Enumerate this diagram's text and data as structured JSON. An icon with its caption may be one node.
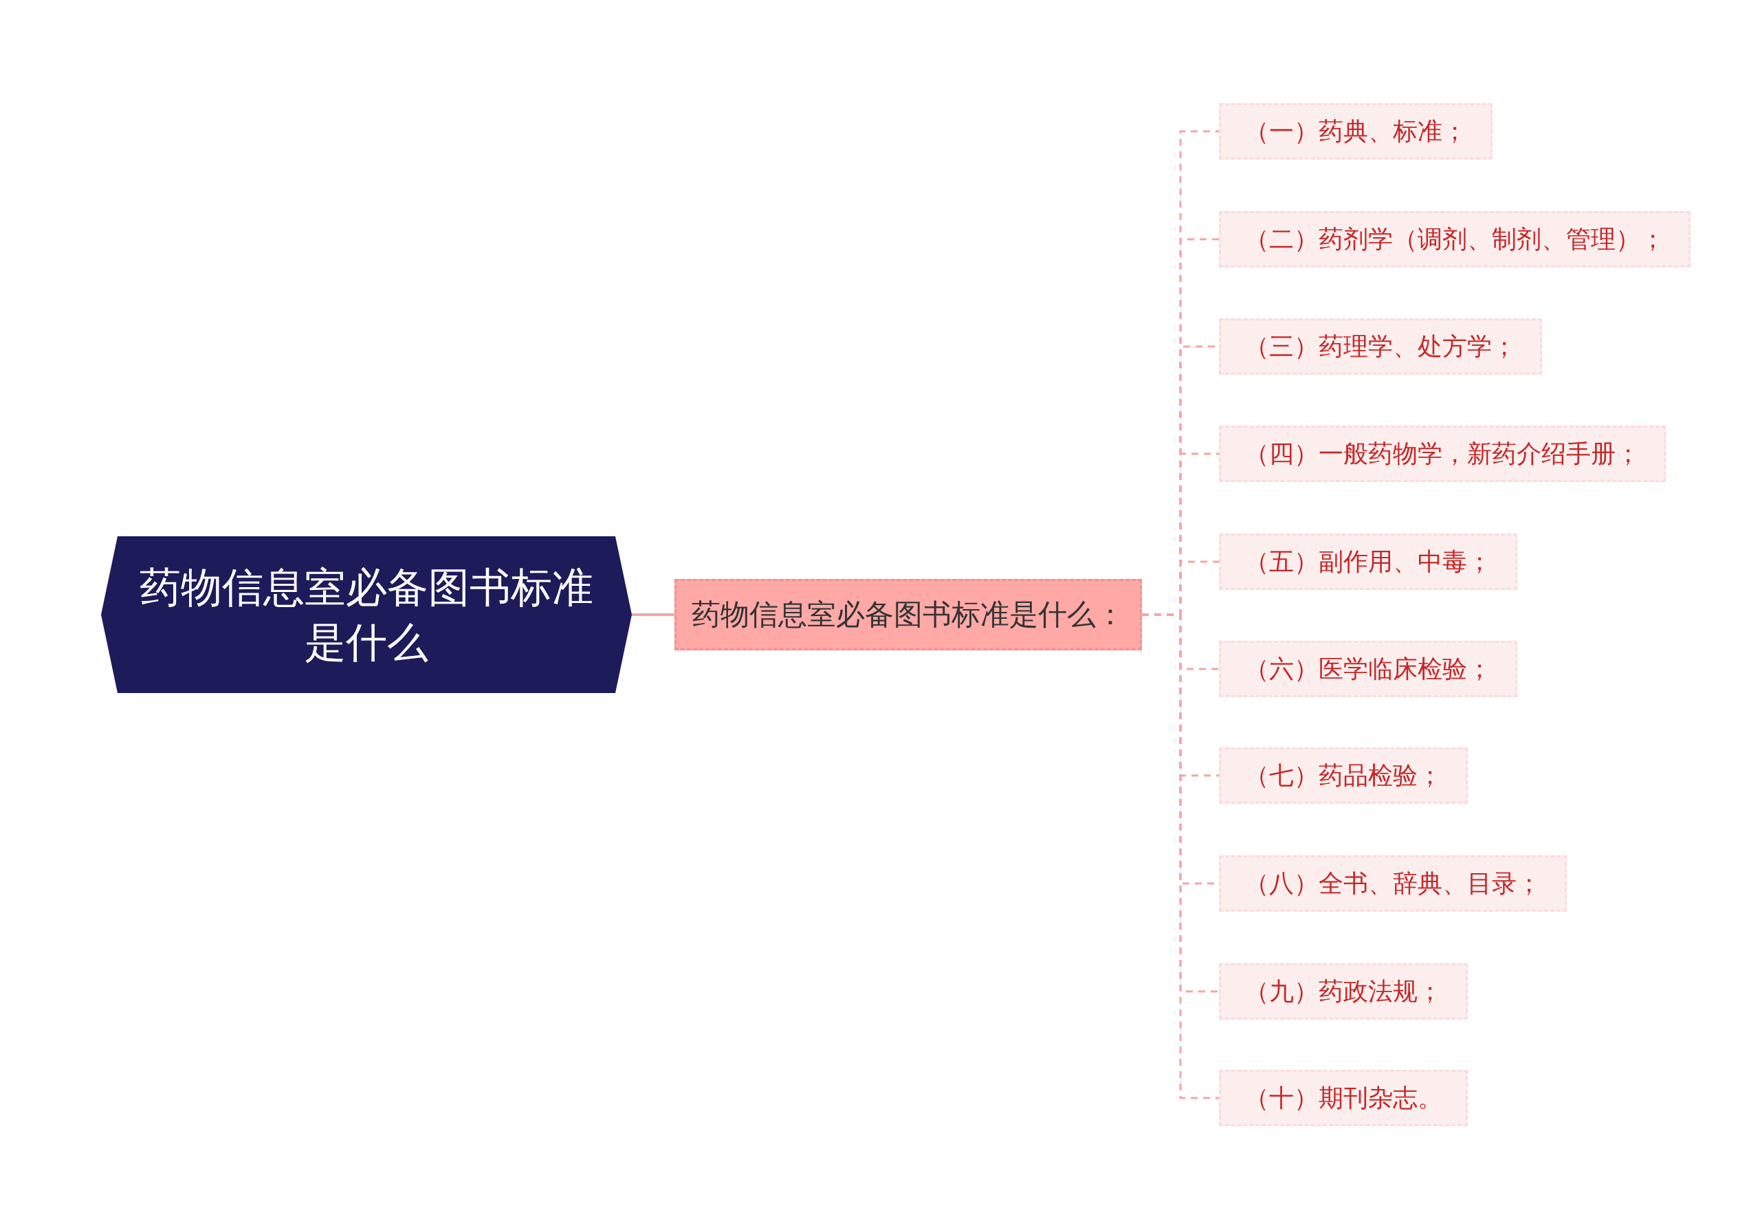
{
  "diagram": {
    "nodes": [
      {
        "text": [
          "药物信息室必备图书标准是什么"
        ]
      },
      {
        "text": [
          "药物信息室必备图书标准是什么："
        ]
      },
      {
        "text": [
          "（一）药典、标准；"
        ]
      },
      {
        "text": [
          "（二）药剂学（调剂、制剂、管理）；"
        ]
      },
      {
        "text": [
          "（三）药理学、处方学；"
        ]
      },
      {
        "text": [
          "（四）一般药物学，新药介绍手册；"
        ]
      },
      {
        "text": [
          "（五）副作用、中毒；"
        ]
      },
      {
        "text": [
          "（六）医学临床检验；"
        ]
      },
      {
        "text": [
          "（七）药品检验；"
        ]
      },
      {
        "text": [
          "（八）全书、辞典、目录；"
        ]
      },
      {
        "text": [
          "（九）药政法规；"
        ]
      },
      {
        "text": [
          "（十）期刊杂志。"
        ]
      }
    ],
    "edges": [
      {
        "from": 0,
        "to": 1,
        "arrow": "none"
      },
      {
        "from": 1,
        "to": 2,
        "arrow": "none",
        "style": "dashed"
      },
      {
        "from": 1,
        "to": 3,
        "arrow": "none",
        "style": "dashed"
      },
      {
        "from": 1,
        "to": 4,
        "arrow": "none",
        "style": "dashed"
      },
      {
        "from": 1,
        "to": 5,
        "arrow": "none",
        "style": "dashed"
      },
      {
        "from": 1,
        "to": 6,
        "arrow": "none",
        "style": "dashed"
      },
      {
        "from": 1,
        "to": 7,
        "arrow": "none",
        "style": "dashed"
      },
      {
        "from": 1,
        "to": 8,
        "arrow": "none",
        "style": "dashed"
      },
      {
        "from": 1,
        "to": 9,
        "arrow": "none",
        "style": "dashed"
      },
      {
        "from": 1,
        "to": 10,
        "arrow": "none",
        "style": "dashed"
      },
      {
        "from": 1,
        "to": 11,
        "arrow": "none",
        "style": "dashed"
      }
    ]
  }
}
